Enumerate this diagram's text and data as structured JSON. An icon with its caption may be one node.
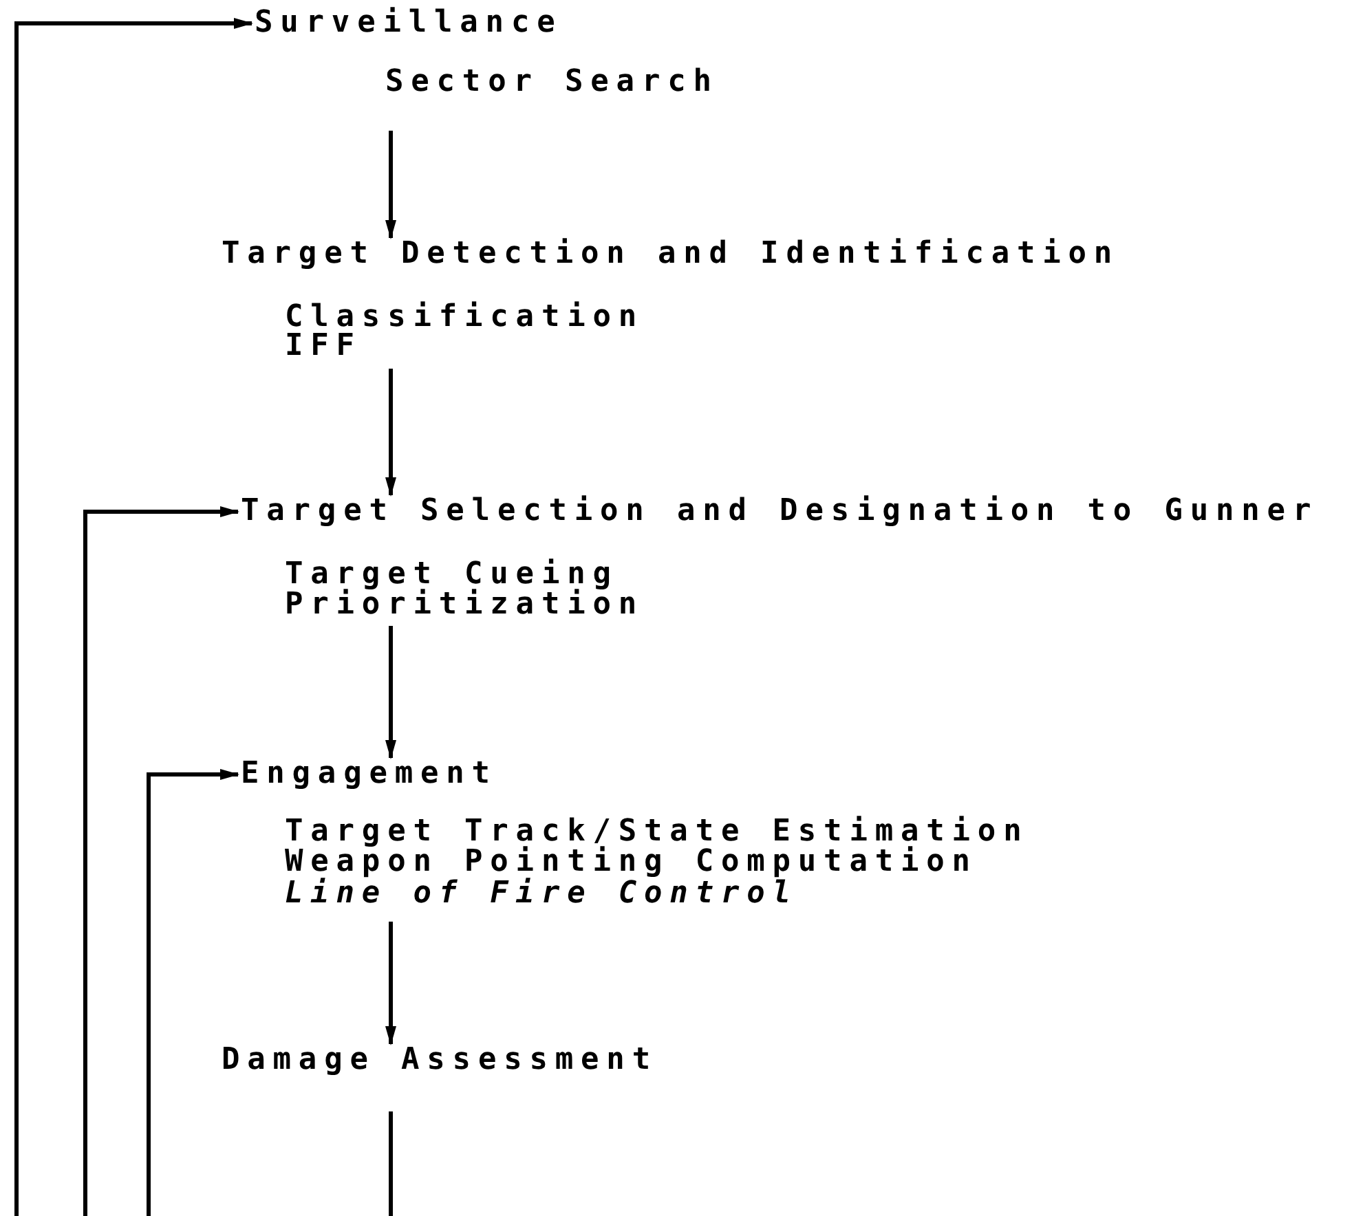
{
  "diagram": {
    "nodes": [
      {
        "text": [
          "Surveillance"
        ],
        "beside": [
          "Sector Search"
        ]
      },
      {
        "text": [
          "Target Detection and Identification"
        ],
        "beside": [
          "Classification",
          "IFF"
        ]
      },
      {
        "text": [
          "Target Selection and Designation to Gunner"
        ],
        "beside": [
          "Target Cueing",
          "Prioritization"
        ]
      },
      {
        "text": [
          "Engagement"
        ],
        "beside": [
          "Target Track/State Estimation",
          "Weapon Pointing Computation",
          "*Line of Fire Control*"
        ]
      },
      {
        "text": [
          "Damage Assessment"
        ]
      }
    ],
    "edges": [
      {
        "from": 0,
        "to": 1,
        "arrow": "to"
      },
      {
        "from": 1,
        "to": 2,
        "arrow": "to"
      },
      {
        "from": 2,
        "to": 3,
        "arrow": "to"
      },
      {
        "from": 3,
        "to": 4,
        "arrow": "to"
      },
      {
        "from": 4,
        "to": null,
        "arrow": "none"
      },
      {
        "from": null,
        "to": 0,
        "arrow": "to"
      },
      {
        "from": null,
        "to": 2,
        "arrow": "to"
      },
      {
        "from": null,
        "to": 3,
        "arrow": "to"
      }
    ]
  }
}
